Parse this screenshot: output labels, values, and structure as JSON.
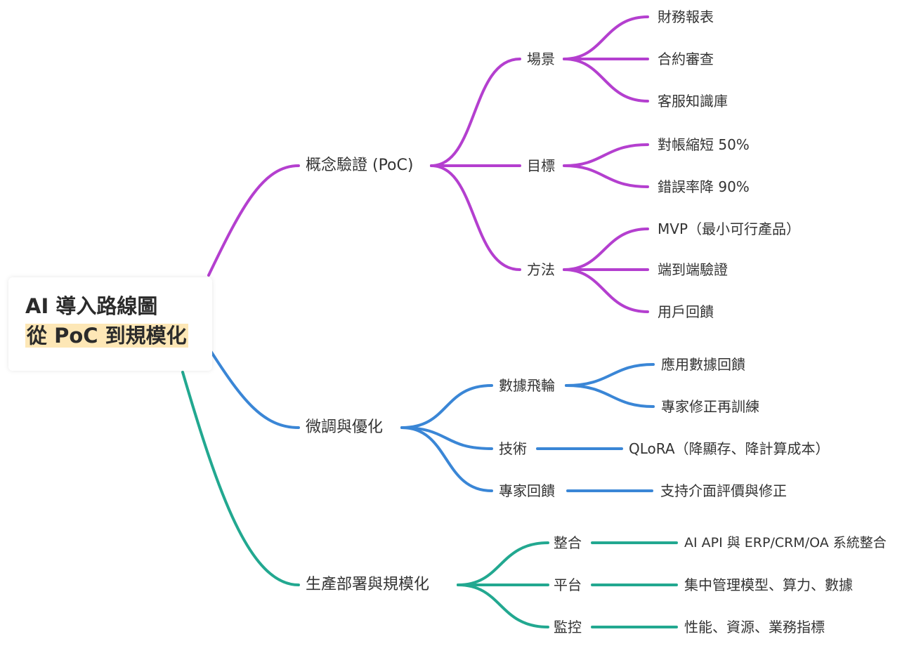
{
  "root": {
    "title_line1": "AI 導入路線圖",
    "title_line2": "從 PoC 到規模化"
  },
  "colors": {
    "poc": "#b43fcf",
    "finetune": "#3a86d6",
    "deploy": "#22a890",
    "root_highlight": "#fde7b6"
  },
  "branches": {
    "poc": {
      "label": "概念驗證 (PoC)",
      "scene": {
        "label": "場景",
        "items": [
          "財務報表",
          "合約審查",
          "客服知識庫"
        ]
      },
      "goal": {
        "label": "目標",
        "items": [
          "對帳縮短 50%",
          "錯誤率降 90%"
        ]
      },
      "method": {
        "label": "方法",
        "items": [
          "MVP（最小可行產品）",
          "端到端驗證",
          "用戶回饋"
        ]
      }
    },
    "finetune": {
      "label": "微調與優化",
      "flywheel": {
        "label": "數據飛輪",
        "items": [
          "應用數據回饋",
          "專家修正再訓練"
        ]
      },
      "tech": {
        "label": "技術",
        "items": [
          "QLoRA（降顯存、降計算成本）"
        ]
      },
      "expert": {
        "label": "專家回饋",
        "items": [
          "支持介面評價與修正"
        ]
      }
    },
    "deploy": {
      "label": "生產部署與規模化",
      "integration": {
        "label": "整合",
        "items": [
          "AI API 與 ERP/CRM/OA 系統整合"
        ]
      },
      "platform": {
        "label": "平台",
        "items": [
          "集中管理模型、算力、數據"
        ]
      },
      "monitor": {
        "label": "監控",
        "items": [
          "性能、資源、業務指標"
        ]
      }
    }
  }
}
